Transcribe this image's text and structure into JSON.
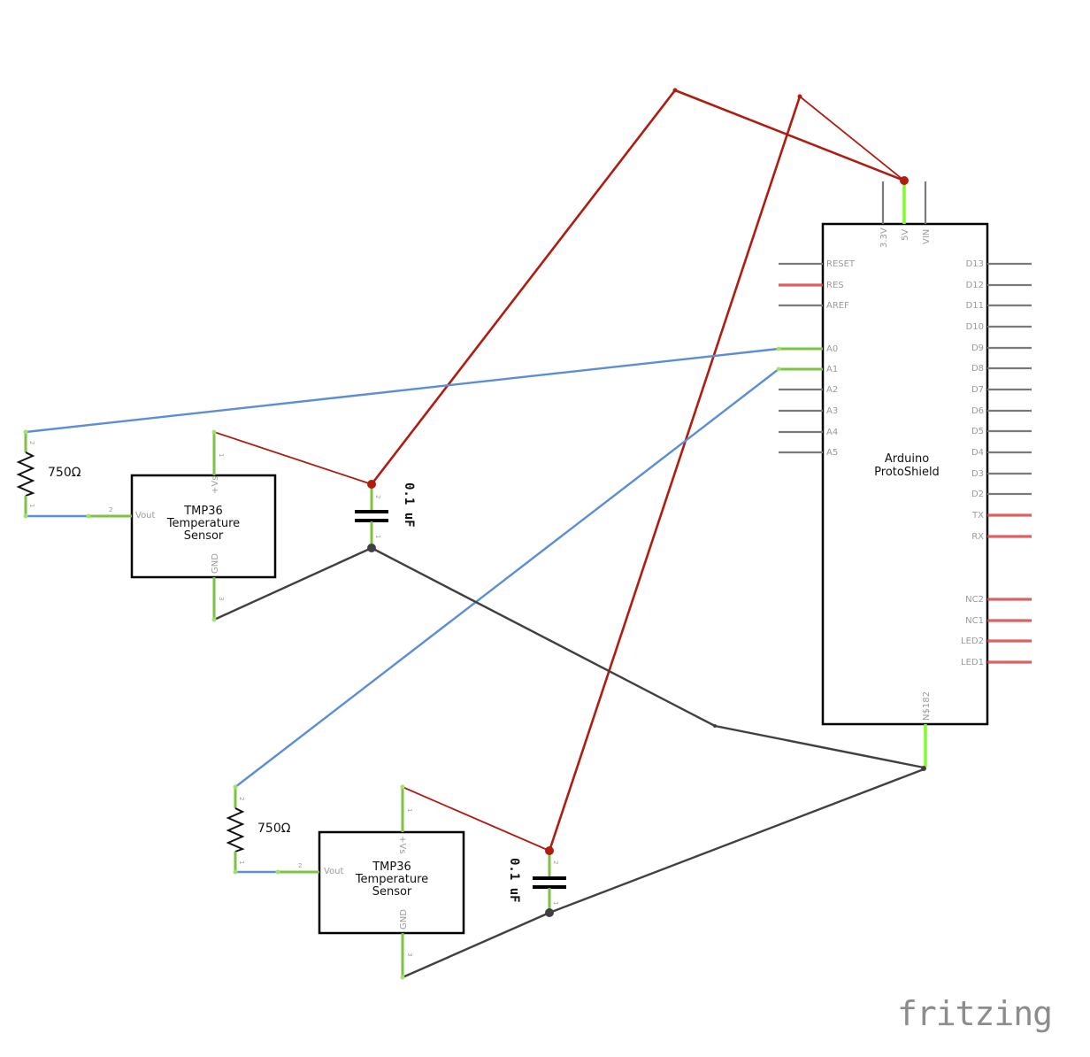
{
  "diagram": {
    "type": "schematic",
    "app_logo": "fritzing",
    "colors": {
      "power_wire": "#b01c10",
      "signal_wire": "#5b8ed6",
      "ground_wire": "#404040",
      "connected_pin": "#7dc242",
      "unconnected_pin_warning": "#d64545",
      "logo": "#8c8c8c"
    },
    "arduino": {
      "title_line1": "Arduino",
      "title_line2": "ProtoShield",
      "top_pins": [
        "3.3V",
        "5V",
        "VIN"
      ],
      "left_pins": [
        "RESET",
        "RES",
        "AREF",
        "A0",
        "A1",
        "A2",
        "A3",
        "A4",
        "A5"
      ],
      "right_pins": [
        "D13",
        "D12",
        "D11",
        "D10",
        "D9",
        "D8",
        "D7",
        "D6",
        "D5",
        "D4",
        "D3",
        "D2",
        "TX",
        "RX",
        "NC2",
        "NC1",
        "LED2",
        "LED1"
      ],
      "bottom_pin": "N$182"
    },
    "sensors": [
      {
        "name_line1": "TMP36",
        "name_line2": "Temperature",
        "name_line3": "Sensor",
        "pin_vs": "+Vs",
        "pin_vout": "Vout",
        "pin_gnd": "GND",
        "pin_nums": [
          "1",
          "2",
          "3"
        ]
      },
      {
        "name_line1": "TMP36",
        "name_line2": "Temperature",
        "name_line3": "Sensor",
        "pin_vs": "+Vs",
        "pin_vout": "Vout",
        "pin_gnd": "GND",
        "pin_nums": [
          "1",
          "2",
          "3"
        ]
      }
    ],
    "resistors": [
      {
        "value": "750Ω",
        "pin_nums": [
          "2",
          "1"
        ]
      },
      {
        "value": "750Ω",
        "pin_nums": [
          "2",
          "1"
        ]
      }
    ],
    "capacitors": [
      {
        "value": "0.1 uF",
        "pin_nums": [
          "2",
          "1"
        ]
      },
      {
        "value": "0.1 uF",
        "pin_nums": [
          "2",
          "1"
        ]
      }
    ],
    "connections": [
      {
        "from": "Arduino.5V",
        "to": "C1.2 / Sensor1.+Vs",
        "net": "power"
      },
      {
        "from": "Arduino.5V",
        "to": "C2.2 / Sensor2.+Vs",
        "net": "power"
      },
      {
        "from": "Arduino.A0",
        "to": "R1.2",
        "net": "signal"
      },
      {
        "from": "Arduino.A1",
        "to": "R2.2",
        "net": "signal"
      },
      {
        "from": "R1.1",
        "to": "Sensor1.Vout",
        "net": "signal"
      },
      {
        "from": "R2.1",
        "to": "Sensor2.Vout",
        "net": "signal"
      },
      {
        "from": "Arduino.N$182",
        "to": "C1.1 / Sensor1.GND",
        "net": "ground"
      },
      {
        "from": "Arduino.N$182",
        "to": "C2.1 / Sensor2.GND",
        "net": "ground"
      }
    ]
  }
}
